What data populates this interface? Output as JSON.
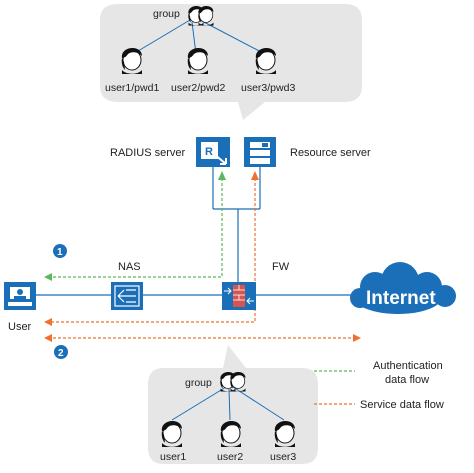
{
  "colors": {
    "bubble": "#e6e6e6",
    "device_blue": "#1a6fb8",
    "line_blue": "#1a6fb8",
    "auth_flow": "#5cb85c",
    "service_flow": "#f07030",
    "firewall_red": "#d9534f",
    "person_skin": "#ffffff",
    "person_hair": "#111111"
  },
  "top_group": {
    "group_label": "group",
    "users": [
      "user1/pwd1",
      "user2/pwd2",
      "user3/pwd3"
    ]
  },
  "bottom_group": {
    "group_label": "group",
    "users": [
      "user1",
      "user2",
      "user3"
    ]
  },
  "servers": {
    "radius_label": "RADIUS server",
    "resource_label": "Resource server",
    "radius_icon_letter": "R"
  },
  "devices": {
    "nas_label": "NAS",
    "fw_label": "FW",
    "user_label": "User",
    "internet_label": "Internet"
  },
  "steps": [
    "1",
    "2"
  ],
  "legend": {
    "auth_line1": "Authentication",
    "auth_line2": "data flow",
    "service": "Service data flow"
  }
}
